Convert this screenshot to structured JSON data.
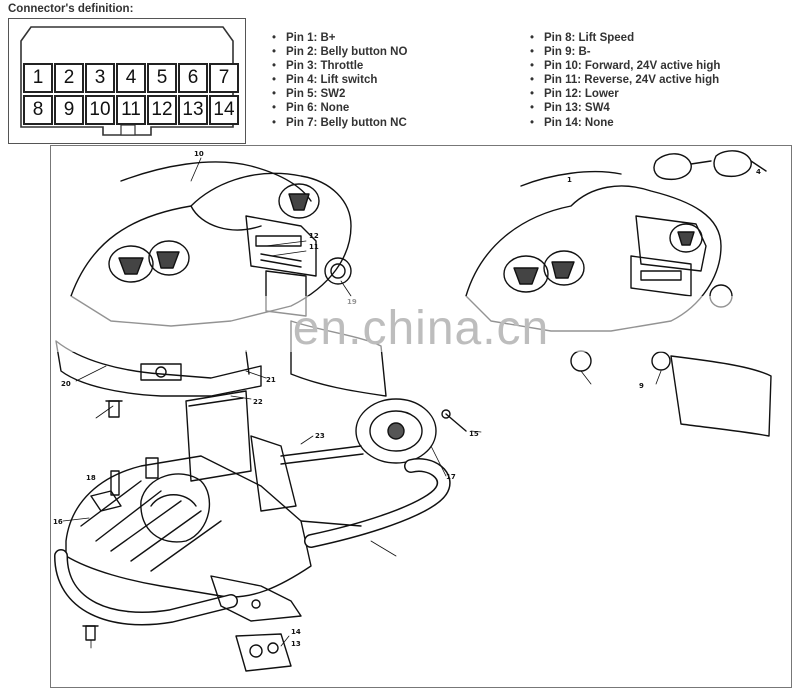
{
  "connector": {
    "title": "Connector's definition:",
    "pins_top": [
      "1",
      "2",
      "3",
      "4",
      "5",
      "6",
      "7"
    ],
    "pins_bottom": [
      "8",
      "9",
      "10",
      "11",
      "12",
      "13",
      "14"
    ]
  },
  "pins_left": [
    "Pin 1: B+",
    "Pin 2: Belly button NO",
    "Pin 3: Throttle",
    "Pin 4: Lift switch",
    "Pin 5: SW2",
    "Pin 6: None",
    "Pin 7: Belly button NC"
  ],
  "pins_right": [
    "Pin 8: Lift Speed",
    "Pin 9: B-",
    "Pin 10: Forward, 24V active high",
    "Pin 11: Reverse, 24V active high",
    "Pin 12: Lower",
    "Pin 13: SW4",
    "Pin 14: None"
  ],
  "watermark": "en.china.cn",
  "callouts": [
    "10",
    "12",
    "11",
    "19",
    "20",
    "21",
    "22",
    "23",
    "16",
    "17",
    "18",
    "15",
    "14",
    "13",
    "9",
    "1",
    "4"
  ]
}
